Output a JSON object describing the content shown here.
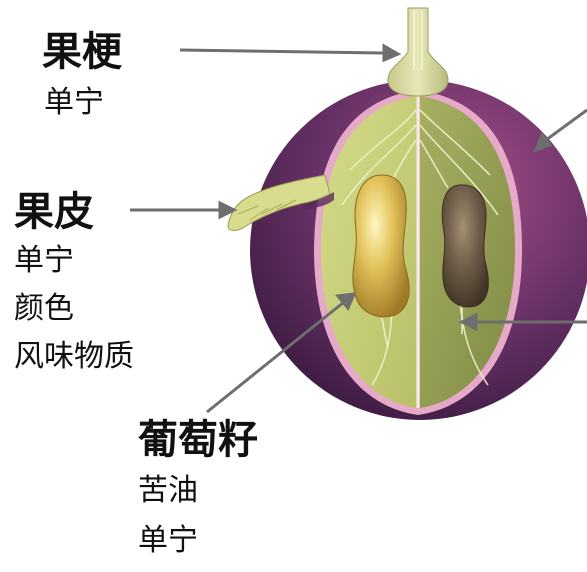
{
  "labels": {
    "stem": {
      "title": "果梗",
      "items": [
        "单宁"
      ]
    },
    "skin": {
      "title": "果皮",
      "items": [
        "单宁",
        "颜色",
        "风味物质"
      ]
    },
    "seed": {
      "title": "葡萄籽",
      "items": [
        "苦油",
        "单宁"
      ]
    }
  },
  "colors": {
    "skin_purple": "#5a2a5c",
    "pulp_light": "#c9d27a",
    "pulp_dark": "#8e9a4c",
    "seed_gold": "#c9a53a",
    "seed_brown": "#6b5a45",
    "arrow": "#6e6e6e",
    "text": "#111111"
  }
}
